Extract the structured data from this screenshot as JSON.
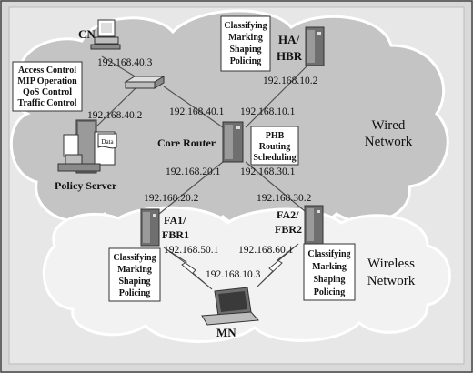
{
  "nodes": {
    "cn": {
      "label": "CN",
      "ip": "192.168.40.3"
    },
    "policy_server": {
      "label": "Policy Server",
      "ip": "192.168.40.2"
    },
    "switch": {
      "ip_right": "192.168.40.1"
    },
    "core_router": {
      "label": "Core Router",
      "ip_top_right": "192.168.10.1",
      "ip_bottom_left": "192.168.20.1",
      "ip_bottom_right": "192.168.30.1"
    },
    "ha": {
      "label_line1": "HA/",
      "label_line2": "HBR",
      "ip": "192.168.10.2"
    },
    "fa1": {
      "label_line1": "FA1/",
      "label_line2": "FBR1",
      "ip_top": "192.168.20.2",
      "ip_bottom": "192.168.50.1"
    },
    "fa2": {
      "label_line1": "FA2/",
      "label_line2": "FBR2",
      "ip_top": "192.168.30.2",
      "ip_bottom": "192.168.60.1"
    },
    "mn": {
      "label": "MN",
      "ip": "192.168.10.3"
    }
  },
  "boxes": {
    "policy_functions": [
      "Access Control",
      "MIP Operation",
      "QoS Control",
      "Traffic Control"
    ],
    "ha_functions": [
      "Classifying",
      "Marking",
      "Shaping",
      "Policing"
    ],
    "core_functions": [
      "PHB",
      "Routing",
      "Scheduling"
    ],
    "fa1_functions": [
      "Classifying",
      "Marking",
      "Shaping",
      "Policing"
    ],
    "fa2_functions": [
      "Classifying",
      "Marking",
      "Shaping",
      "Policing"
    ],
    "server_data": "Data"
  },
  "clouds": {
    "wired_line1": "Wired",
    "wired_line2": "Network",
    "wireless_line1": "Wireless",
    "wireless_line2": "Network"
  },
  "colors": {
    "background": "#d9d9d9",
    "wired_cloud": "#c4c4c4",
    "wireless_cloud": "#f2f2f2",
    "device_dark": "#6f6f6f",
    "device_light": "#bdbdbd"
  }
}
